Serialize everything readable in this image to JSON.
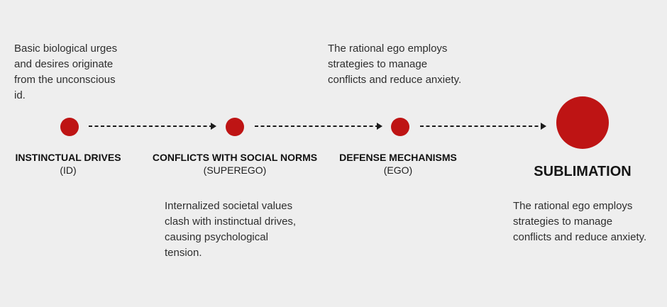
{
  "colors": {
    "background": "#EEEEEE",
    "node_red": "#BE1414",
    "arrow": "#1C1C1C",
    "text": "#2E2E2E"
  },
  "stages": [
    {
      "label": "INSTINCTUAL DRIVES",
      "sublabel": "(ID)",
      "note": "Basic biological urges\nand desires originate\nfrom the unconscious\nid."
    },
    {
      "label": "CONFLICTS WITH SOCIAL NORMS",
      "sublabel": "(SUPEREGO)",
      "note": "Internalized societal values\nclash with instinctual drives,\ncausing psychological\ntension."
    },
    {
      "label": "DEFENSE MECHANISMS",
      "sublabel": "(EGO)",
      "note": "The rational ego employs\nstrategies to manage\nconflicts and reduce anxiety."
    },
    {
      "label": "SUBLIMATION",
      "sublabel": "",
      "note": "The rational ego employs\nstrategies to manage\nconflicts and reduce anxiety."
    }
  ]
}
